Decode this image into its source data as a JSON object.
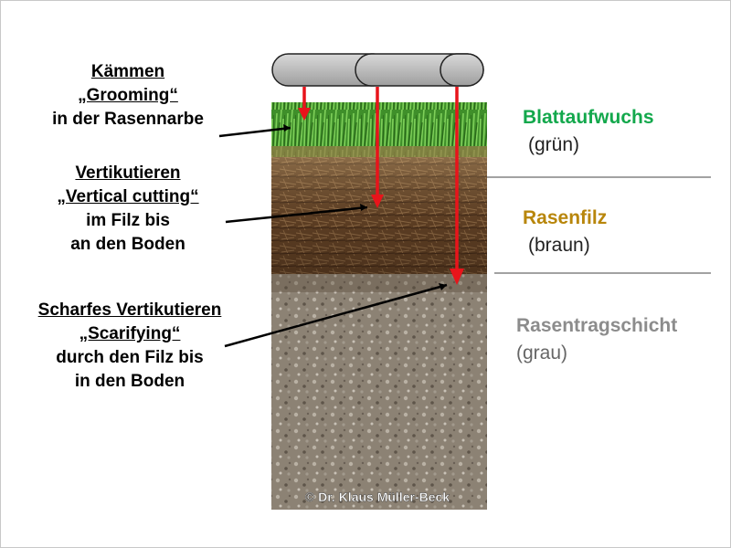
{
  "labels": {
    "grooming": [
      "Kämmen",
      "„Grooming“",
      "in der Rasennarbe"
    ],
    "vertical": [
      "Vertikutieren",
      "„Vertical cutting“",
      "im Filz bis",
      "an den Boden"
    ],
    "scarify": [
      "Scharfes Vertikutieren",
      "„Scarifying“",
      "durch den Filz bis",
      "in den Boden"
    ]
  },
  "layers": {
    "leaf": {
      "title": "Blattaufwuchs",
      "sub": "(grün)",
      "color": "#13a84c"
    },
    "thatch": {
      "title": "Rasenfilz",
      "sub": "(braun)",
      "color": "#b8860b"
    },
    "base": {
      "title": "Rasentragschicht",
      "sub": "(grau)",
      "color": "#8c8c8c"
    }
  },
  "copyright": "© Dr. Klaus Müller-Beck",
  "colors": {
    "arrow": "#e8141b",
    "roller": "#b4b4b4"
  }
}
